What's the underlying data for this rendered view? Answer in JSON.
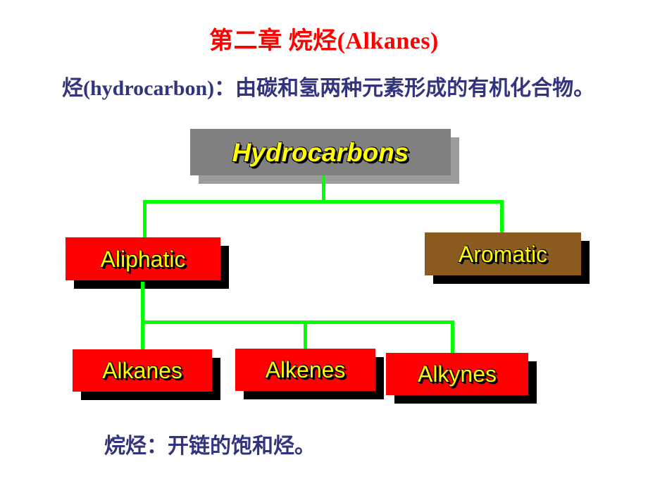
{
  "slide": {
    "title": "第二章 烷烃(Alkanes)",
    "definition": "烃(hydrocarbon)：由碳和氢两种元素形成的有机化合物。",
    "footnote": "烷烃：开链的饱和烃。",
    "background_color": "#ffffff",
    "title_color": "#ff0000",
    "body_text_color": "#33347e"
  },
  "diagram": {
    "connector_color": "#00ff00",
    "nodes": {
      "hydrocarbons": {
        "label": "Hydrocarbons",
        "fill": "#808080",
        "text_color": "#ffff00",
        "shadow_color": "#9c9c9c"
      },
      "aliphatic": {
        "label": "Aliphatic",
        "fill": "#ff0000",
        "text_color": "#ffff00",
        "shadow_color": "#000000"
      },
      "aromatic": {
        "label": "Aromatic",
        "fill": "#8b5a1e",
        "text_color": "#ffff00",
        "shadow_color": "#000000"
      },
      "alkanes": {
        "label": "Alkanes",
        "fill": "#ff0000",
        "text_color": "#ffff00",
        "shadow_color": "#000000"
      },
      "alkenes": {
        "label": "Alkenes",
        "fill": "#ff0000",
        "text_color": "#ffff00",
        "shadow_color": "#000000"
      },
      "alkynes": {
        "label": "Alkynes",
        "fill": "#ff0000",
        "text_color": "#ffff00",
        "shadow_color": "#000000"
      }
    }
  }
}
